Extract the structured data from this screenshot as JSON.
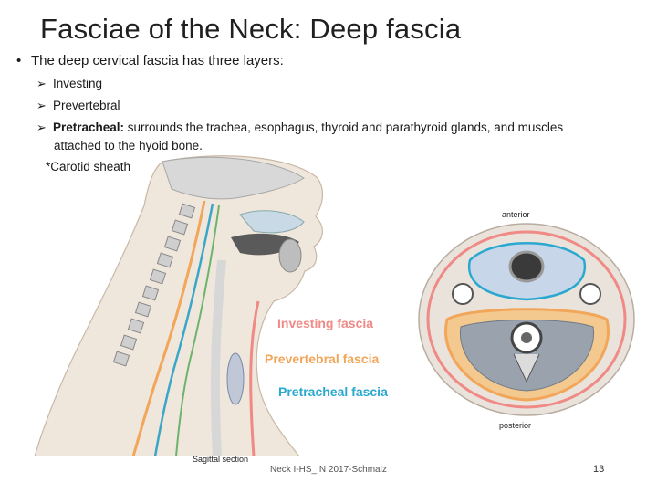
{
  "slide": {
    "title": "Fasciae of the Neck: Deep fascia",
    "bullet": "The deep cervical fascia has three layers:",
    "layers": [
      {
        "name": "Investing",
        "rest": ""
      },
      {
        "name": "Prevertebral",
        "rest": ""
      },
      {
        "name": "Pretracheal:",
        "rest": " surrounds the trachea, esophagus, thyroid and parathyroid glands, and muscles"
      }
    ],
    "pretracheal_cont": "attached to the hyoid bone.",
    "carotid_note": "*Carotid sheath"
  },
  "figure": {
    "anterior": "anterior",
    "posterior": "posterior",
    "sagittal_caption": "Sagittal section",
    "labels": {
      "investing": "Investing fascia",
      "prevertebral": "Prevertebral fascia",
      "pretracheal": "Pretracheal fascia"
    }
  },
  "footer": {
    "source": "Neck I-HS_IN 2017-Schmalz",
    "page": "13"
  },
  "colors": {
    "investing": "#f08a86",
    "prevertebral": "#f2a65a",
    "pretracheal": "#2aa8cf"
  }
}
